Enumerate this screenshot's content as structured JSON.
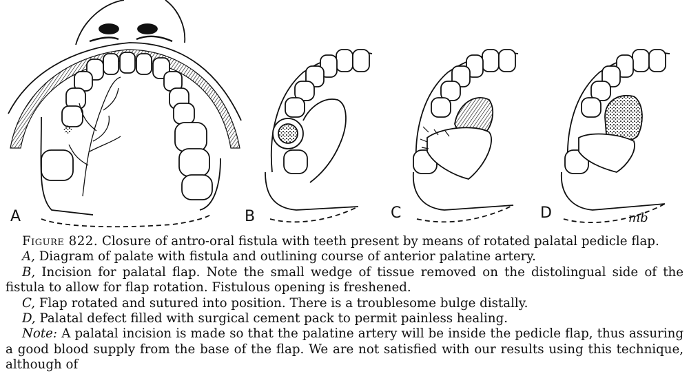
{
  "panels": [
    {
      "letter": "A"
    },
    {
      "letter": "B"
    },
    {
      "letter": "C"
    },
    {
      "letter": "D"
    }
  ],
  "signature": "mb",
  "caption": {
    "figure_label": "Figure 822.",
    "figure_title": "Closure of antro-oral fistula with teeth present by means of rotated palatal pedicle flap.",
    "items": [
      {
        "letter": "A,",
        "text": "Diagram of palate with fistula and outlining course of anterior palatine artery."
      },
      {
        "letter": "B,",
        "text": "Incision for palatal flap. Note the small wedge of tissue removed on the distolingual side of the fistula to allow for flap rotation. Fistulous opening is freshened."
      },
      {
        "letter": "C,",
        "text": "Flap rotated and sutured into position. There is a troublesome bulge distally."
      },
      {
        "letter": "D,",
        "text": "Palatal defect filled with surgical cement pack to permit painless healing."
      }
    ],
    "note_label": "Note:",
    "note_text": "A palatal incision is made so that the palatine artery will be inside the pedicle flap, thus assuring a good blood supply from the base of the flap. We are not satisfied with our results using this technique, although of"
  }
}
